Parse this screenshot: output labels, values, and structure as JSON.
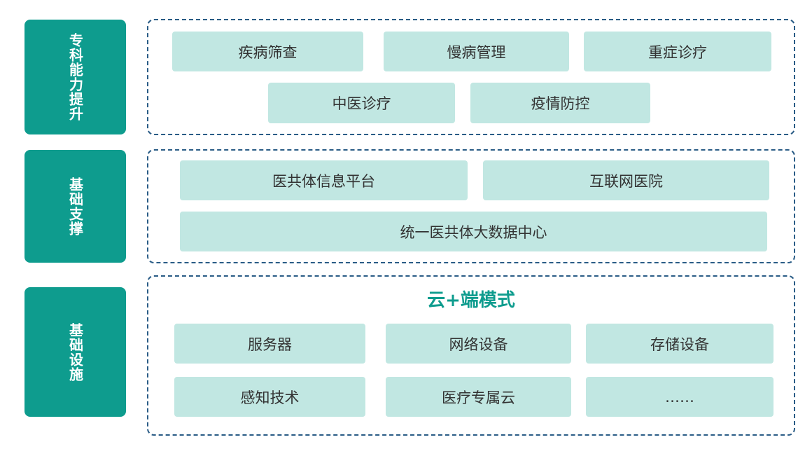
{
  "colors": {
    "label_bg": "#0e9c8e",
    "tile_bg": "#c1e7e2",
    "panel_border": "#2a5c86",
    "accent_text": "#0e9c8e"
  },
  "layers": [
    {
      "label": "专科能力提升",
      "tiles": [
        "疾病筛查",
        "慢病管理",
        "重症诊疗",
        "中医诊疗",
        "疫情防控"
      ]
    },
    {
      "label": "基础支撑",
      "tiles": [
        "医共体信息平台",
        "互联网医院",
        "统一医共体大数据中心"
      ]
    },
    {
      "label": "基础设施",
      "title": "云+端模式",
      "tiles": [
        "服务器",
        "网络设备",
        "存储设备",
        "感知技术",
        "医疗专属云",
        "……"
      ]
    }
  ]
}
